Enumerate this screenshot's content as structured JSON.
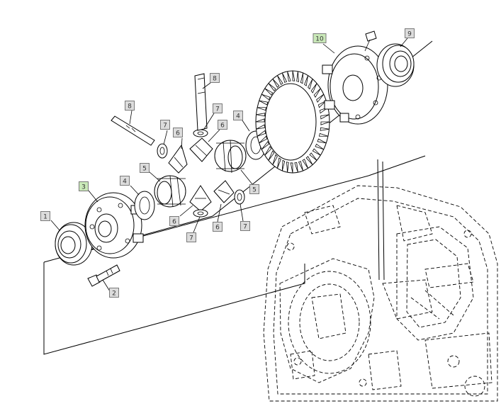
{
  "colors": {
    "callout_default_fill": "#dcdcdc",
    "callout_highlight_fill": "#c9e8b8",
    "line": "#000000",
    "background": "#ffffff"
  },
  "callouts": [
    {
      "label": "1",
      "highlight": false
    },
    {
      "label": "2",
      "highlight": false
    },
    {
      "label": "3",
      "highlight": true
    },
    {
      "label": "4",
      "highlight": false
    },
    {
      "label": "4",
      "highlight": false
    },
    {
      "label": "5",
      "highlight": false
    },
    {
      "label": "5",
      "highlight": false
    },
    {
      "label": "6",
      "highlight": false
    },
    {
      "label": "6",
      "highlight": false
    },
    {
      "label": "6",
      "highlight": false
    },
    {
      "label": "6",
      "highlight": false
    },
    {
      "label": "7",
      "highlight": false
    },
    {
      "label": "7",
      "highlight": false
    },
    {
      "label": "7",
      "highlight": false
    },
    {
      "label": "7",
      "highlight": false
    },
    {
      "label": "8",
      "highlight": false
    },
    {
      "label": "8",
      "highlight": false
    },
    {
      "label": "9",
      "highlight": false
    },
    {
      "label": "10",
      "highlight": true
    }
  ]
}
